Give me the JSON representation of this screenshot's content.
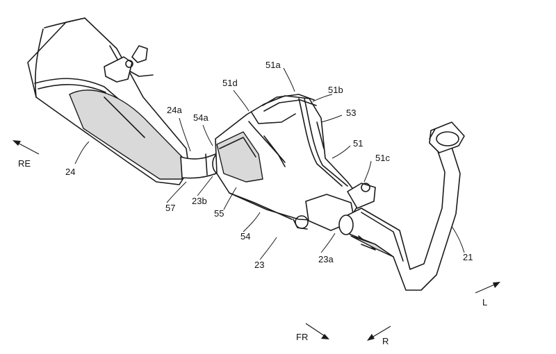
{
  "labels": {
    "l24": "24",
    "l24a": "24a",
    "l54a": "54a",
    "l51d": "51d",
    "l51a": "51a",
    "l51b": "51b",
    "l53": "53",
    "l51": "51",
    "l51c": "51c",
    "l57": "57",
    "l23b": "23b",
    "l55": "55",
    "l54": "54",
    "l23": "23",
    "l23a": "23a",
    "l21": "21"
  },
  "directions": {
    "re": "RE",
    "fr": "FR",
    "r": "R",
    "l": "L"
  }
}
